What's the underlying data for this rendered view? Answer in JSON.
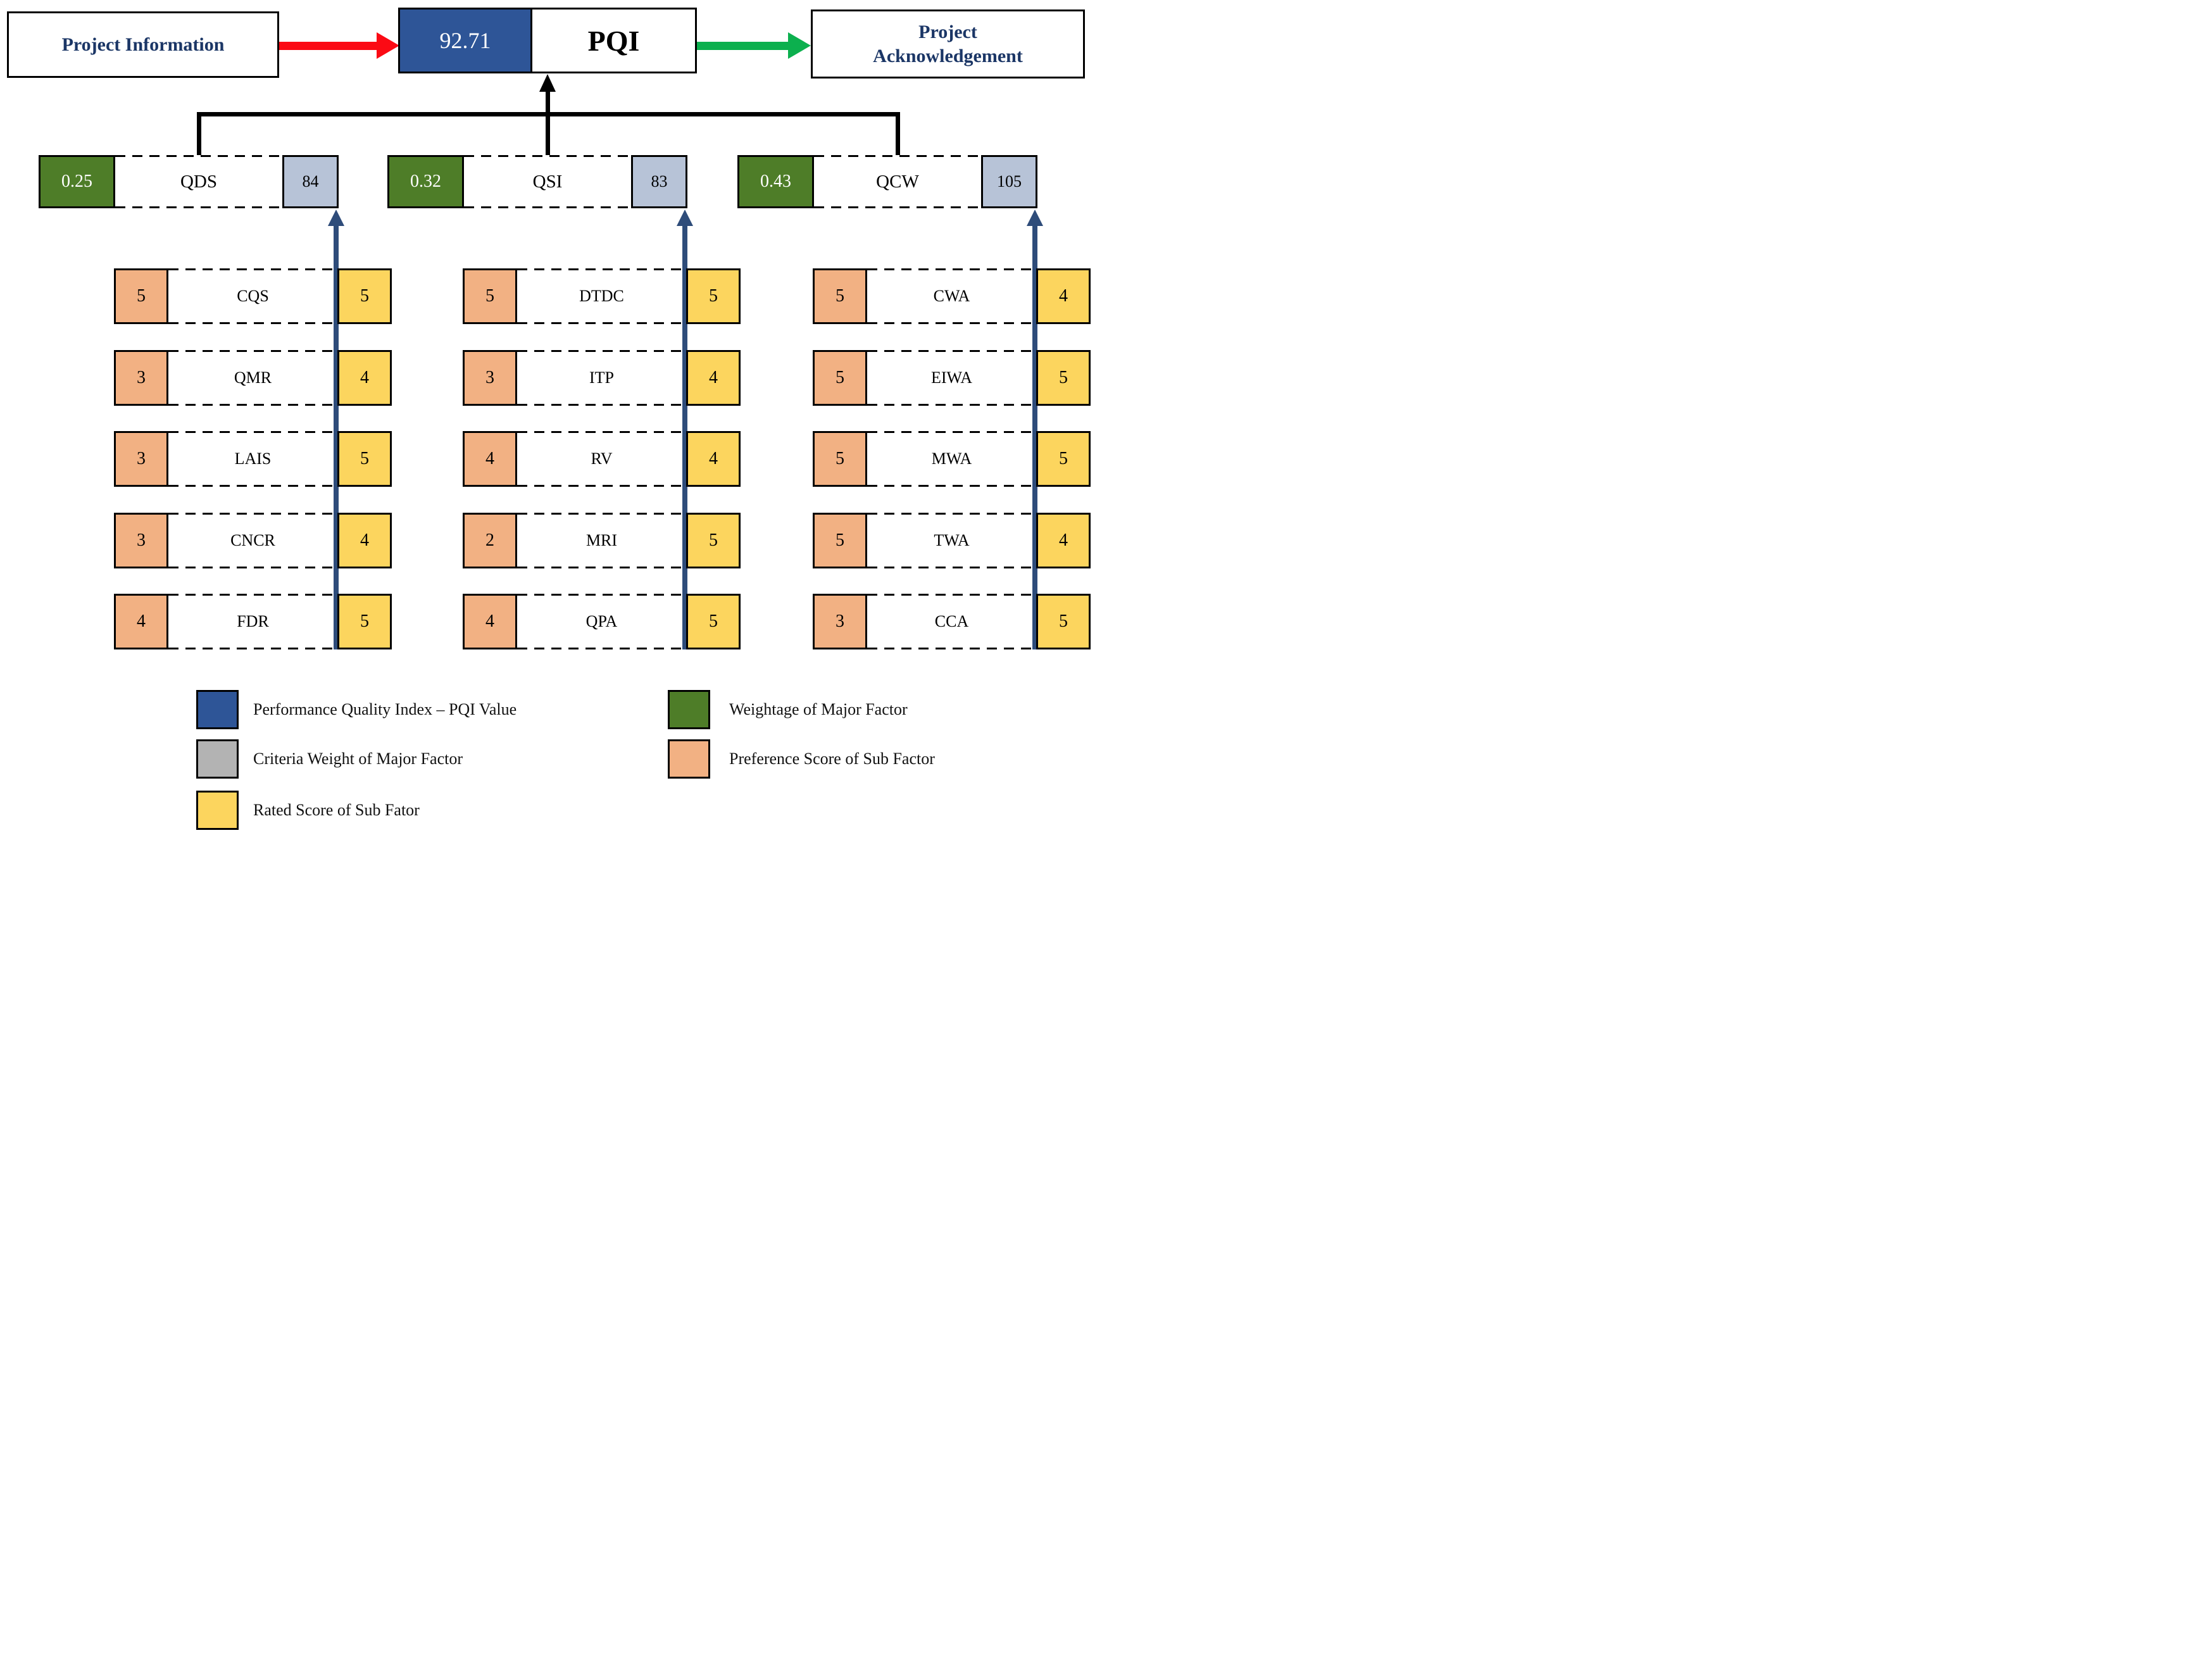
{
  "flow": {
    "left_label": "Project Information",
    "pqi_value": "92.71",
    "pqi_label": "PQI",
    "right_label": "Project Acknowledgement"
  },
  "majors": [
    {
      "code": "QDS",
      "weight": "0.25",
      "criteria_weight": "84",
      "subs": [
        {
          "code": "CQS",
          "preference": "5",
          "rated": "5"
        },
        {
          "code": "QMR",
          "preference": "3",
          "rated": "4"
        },
        {
          "code": "LAIS",
          "preference": "3",
          "rated": "5"
        },
        {
          "code": "CNCR",
          "preference": "3",
          "rated": "4"
        },
        {
          "code": "FDR",
          "preference": "4",
          "rated": "5"
        }
      ]
    },
    {
      "code": "QSI",
      "weight": "0.32",
      "criteria_weight": "83",
      "subs": [
        {
          "code": "DTDC",
          "preference": "5",
          "rated": "5"
        },
        {
          "code": "ITP",
          "preference": "3",
          "rated": "4"
        },
        {
          "code": "RV",
          "preference": "4",
          "rated": "4"
        },
        {
          "code": "MRI",
          "preference": "2",
          "rated": "5"
        },
        {
          "code": "QPA",
          "preference": "4",
          "rated": "5"
        }
      ]
    },
    {
      "code": "QCW",
      "weight": "0.43",
      "criteria_weight": "105",
      "subs": [
        {
          "code": "CWA",
          "preference": "5",
          "rated": "4"
        },
        {
          "code": "EIWA",
          "preference": "5",
          "rated": "5"
        },
        {
          "code": "MWA",
          "preference": "5",
          "rated": "5"
        },
        {
          "code": "TWA",
          "preference": "5",
          "rated": "4"
        },
        {
          "code": "CCA",
          "preference": "3",
          "rated": "5"
        }
      ]
    }
  ],
  "legend": {
    "left": [
      {
        "id": "pqi",
        "label": "Performance Quality Index – PQI Value"
      },
      {
        "id": "criteria",
        "label": "Criteria Weight of Major Factor"
      },
      {
        "id": "rated",
        "label": "Rated Score of Sub Fator"
      }
    ],
    "right": [
      {
        "id": "weightage",
        "label": "Weightage of Major Factor"
      },
      {
        "id": "preference",
        "label": "Preference Score of Sub Factor"
      }
    ]
  },
  "colors": {
    "pqi_blue": "#2e5597",
    "weight_green": "#4e7d28",
    "criteria_steel": "#b7c3d7",
    "legend_gray": "#b3b3b3",
    "preference_orange": "#f2b183",
    "rated_yellow": "#fcd55e",
    "arrow_red": "#fb0a14",
    "arrow_green": "#0cb04e",
    "navy_text": "#1b3666",
    "column_arrow_blue": "#2e4c7a"
  }
}
